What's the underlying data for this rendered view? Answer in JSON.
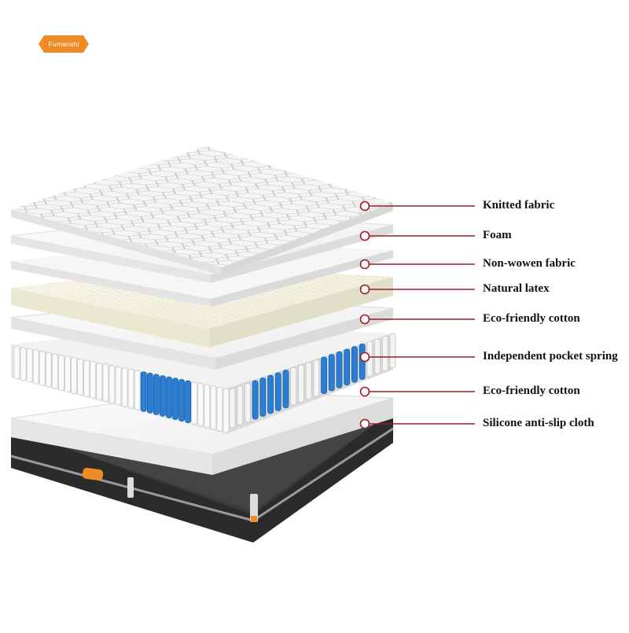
{
  "brand": {
    "logo_text": "Fumanshi",
    "logo_color": "#f08a24"
  },
  "callout_color": "#9b1b2a",
  "layers": [
    {
      "label": "Knitted fabric",
      "pattern": "honeycomb-quilt"
    },
    {
      "label": "Foam",
      "pattern": "plain"
    },
    {
      "label": "Non-wowen fabric",
      "pattern": "speckled"
    },
    {
      "label": "Natural latex",
      "pattern": "perforated"
    },
    {
      "label": "Eco-friendly cotton",
      "pattern": "plain"
    },
    {
      "label": "Independent pocket spring",
      "pattern": "springs",
      "accent_color": "#2a7fd4"
    },
    {
      "label": "Eco-friendly cotton",
      "pattern": "plain"
    },
    {
      "label": "Silicone anti-slip cloth",
      "pattern": "dark-border",
      "base_color": "#2b2b2b"
    }
  ]
}
